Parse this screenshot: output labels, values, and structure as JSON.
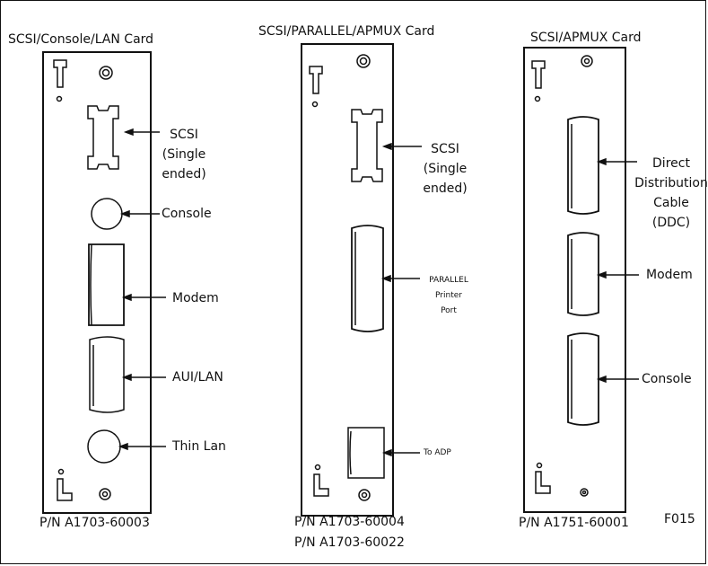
{
  "figure_id": "F015",
  "cards": [
    {
      "title": "SCSI/Console/LAN Card",
      "part_numbers": [
        "P/N A1703-60003"
      ],
      "connectors": [
        {
          "label_lines": [
            "SCSI",
            "(Single",
            "ended)"
          ]
        },
        {
          "label_lines": [
            "Console"
          ]
        },
        {
          "label_lines": [
            "Modem"
          ]
        },
        {
          "label_lines": [
            "AUI/LAN"
          ]
        },
        {
          "label_lines": [
            "Thin Lan"
          ]
        }
      ]
    },
    {
      "title": "SCSI/PARALLEL/APMUX Card",
      "part_numbers": [
        "P/N A1703-60004",
        "P/N A1703-60022"
      ],
      "connectors": [
        {
          "label_lines": [
            "SCSI",
            "(Single",
            "ended)"
          ]
        },
        {
          "label_lines": [
            "PARALLEL",
            "Printer",
            "Port"
          ]
        },
        {
          "label_lines": [
            "To ADP"
          ]
        }
      ]
    },
    {
      "title": "SCSI/APMUX Card",
      "part_numbers": [
        "P/N A1751-60001"
      ],
      "connectors": [
        {
          "label_lines": [
            "Direct",
            "Distribution",
            "Cable",
            "(DDC)"
          ]
        },
        {
          "label_lines": [
            "Modem"
          ]
        },
        {
          "label_lines": [
            "Console"
          ]
        }
      ]
    }
  ]
}
